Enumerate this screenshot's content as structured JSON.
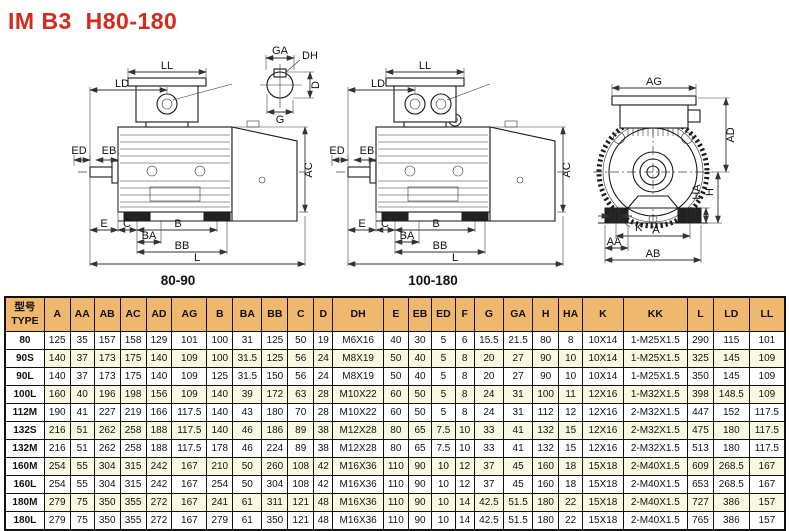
{
  "page": {
    "title": "IM B3  H80-180"
  },
  "colors": {
    "title_red": "#D8291D",
    "header_bg": "#F0B76F",
    "row_alt_bg": "#FAF8E0",
    "line": "#1a1a1a"
  },
  "drawings": {
    "side_80_90": {
      "caption": "80-90"
    },
    "side_100_180": {
      "caption": "100-180"
    },
    "labels": {
      "LL": "LL",
      "LD": "LD",
      "ED": "ED",
      "EB": "EB",
      "AC": "AC",
      "E": "E",
      "C": "C",
      "B": "B",
      "BA": "BA",
      "BB": "BB",
      "L": "L",
      "GA": "GA",
      "DH": "DH",
      "D": "D",
      "G": "G",
      "AG": "AG",
      "AD": "AD",
      "H": "H",
      "HA": "HA",
      "K": "K",
      "A": "A",
      "AA": "AA",
      "AB": "AB"
    }
  },
  "table": {
    "header": {
      "type_cn": "型号",
      "type_en": "TYPE",
      "columns": [
        "A",
        "AA",
        "AB",
        "AC",
        "AD",
        "AG",
        "B",
        "BA",
        "BB",
        "C",
        "D",
        "DH",
        "E",
        "EB",
        "ED",
        "F",
        "G",
        "GA",
        "H",
        "HA",
        "K",
        "KK",
        "L",
        "LD",
        "LL"
      ]
    },
    "rows": [
      {
        "type": "80",
        "values": [
          "125",
          "35",
          "157",
          "158",
          "129",
          "101",
          "100",
          "31",
          "125",
          "50",
          "19",
          "M6X16",
          "40",
          "30",
          "5",
          "6",
          "15.5",
          "21.5",
          "80",
          "8",
          "10X14",
          "1-M25X1.5",
          "290",
          "115",
          "101"
        ]
      },
      {
        "type": "90S",
        "values": [
          "140",
          "37",
          "173",
          "175",
          "140",
          "109",
          "100",
          "31.5",
          "125",
          "56",
          "24",
          "M8X19",
          "50",
          "40",
          "5",
          "8",
          "20",
          "27",
          "90",
          "10",
          "10X14",
          "1-M25X1.5",
          "325",
          "145",
          "109"
        ]
      },
      {
        "type": "90L",
        "values": [
          "140",
          "37",
          "173",
          "175",
          "140",
          "109",
          "125",
          "31.5",
          "150",
          "56",
          "24",
          "M8X19",
          "50",
          "40",
          "5",
          "8",
          "20",
          "27",
          "90",
          "10",
          "10X14",
          "1-M25X1.5",
          "350",
          "145",
          "109"
        ]
      },
      {
        "type": "100L",
        "values": [
          "160",
          "40",
          "196",
          "198",
          "156",
          "109",
          "140",
          "39",
          "172",
          "63",
          "28",
          "M10X22",
          "60",
          "50",
          "5",
          "8",
          "24",
          "31",
          "100",
          "11",
          "12X16",
          "1-M32X1.5",
          "398",
          "148.5",
          "109"
        ]
      },
      {
        "type": "112M",
        "values": [
          "190",
          "41",
          "227",
          "219",
          "166",
          "117.5",
          "140",
          "43",
          "180",
          "70",
          "28",
          "M10X22",
          "60",
          "50",
          "5",
          "8",
          "24",
          "31",
          "112",
          "12",
          "12X16",
          "2-M32X1.5",
          "447",
          "152",
          "117.5"
        ]
      },
      {
        "type": "132S",
        "values": [
          "216",
          "51",
          "262",
          "258",
          "188",
          "117.5",
          "140",
          "46",
          "186",
          "89",
          "38",
          "M12X28",
          "80",
          "65",
          "7.5",
          "10",
          "33",
          "41",
          "132",
          "15",
          "12X16",
          "2-M32X1.5",
          "475",
          "180",
          "117.5"
        ]
      },
      {
        "type": "132M",
        "values": [
          "216",
          "51",
          "262",
          "258",
          "188",
          "117.5",
          "178",
          "46",
          "224",
          "89",
          "38",
          "M12X28",
          "80",
          "65",
          "7.5",
          "10",
          "33",
          "41",
          "132",
          "15",
          "12X16",
          "2-M32X1.5",
          "513",
          "180",
          "117.5"
        ]
      },
      {
        "type": "160M",
        "values": [
          "254",
          "55",
          "304",
          "315",
          "242",
          "167",
          "210",
          "50",
          "260",
          "108",
          "42",
          "M16X36",
          "110",
          "90",
          "10",
          "12",
          "37",
          "45",
          "160",
          "18",
          "15X18",
          "2-M40X1.5",
          "609",
          "268.5",
          "167"
        ]
      },
      {
        "type": "160L",
        "values": [
          "254",
          "55",
          "304",
          "315",
          "242",
          "167",
          "254",
          "50",
          "304",
          "108",
          "42",
          "M16X36",
          "110",
          "90",
          "10",
          "12",
          "37",
          "45",
          "160",
          "18",
          "15X18",
          "2-M40X1.5",
          "653",
          "268.5",
          "167"
        ]
      },
      {
        "type": "180M",
        "values": [
          "279",
          "75",
          "350",
          "355",
          "272",
          "167",
          "241",
          "61",
          "311",
          "121",
          "48",
          "M16X36",
          "110",
          "90",
          "10",
          "14",
          "42.5",
          "51.5",
          "180",
          "22",
          "15X18",
          "2-M40X1.5",
          "727",
          "386",
          "157"
        ]
      },
      {
        "type": "180L",
        "values": [
          "279",
          "75",
          "350",
          "355",
          "272",
          "167",
          "279",
          "61",
          "350",
          "121",
          "48",
          "M16X36",
          "110",
          "90",
          "10",
          "14",
          "42.5",
          "51.5",
          "180",
          "22",
          "15X18",
          "2-M40X1.5",
          "765",
          "386",
          "157"
        ]
      }
    ]
  }
}
